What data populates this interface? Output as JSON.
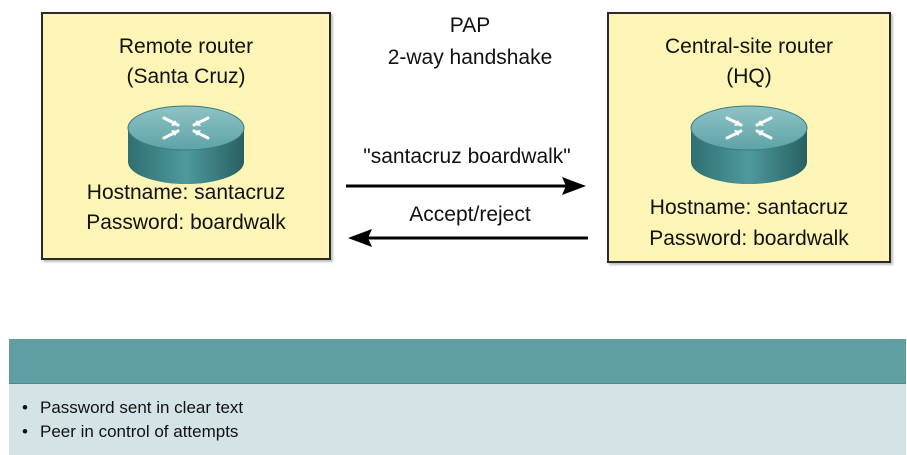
{
  "protocol": {
    "title": "PAP",
    "subtitle": "2-way handshake"
  },
  "left_router": {
    "title_line1": "Remote router",
    "title_line2": "(Santa Cruz)",
    "hostname": "Hostname: santacruz",
    "password": "Password: boardwalk"
  },
  "right_router": {
    "title_line1": "Central-site router",
    "title_line2": "(HQ)",
    "hostname": "Hostname: santacruz",
    "password": "Password: boardwalk"
  },
  "messages": {
    "send": "\"santacruz boardwalk\"",
    "reply": "Accept/reject"
  },
  "notes": {
    "bullets": [
      "Password sent in clear text",
      "Peer in control of attempts"
    ]
  },
  "icons": {
    "router": "router-icon",
    "arrow_right": "arrow-right-icon",
    "arrow_left": "arrow-left-icon"
  },
  "colors": {
    "box_fill": "#fdf5b6",
    "panel_header": "#5f9ea1",
    "panel_body": "#d4e4e6",
    "router_body": "#3e8a8d"
  }
}
